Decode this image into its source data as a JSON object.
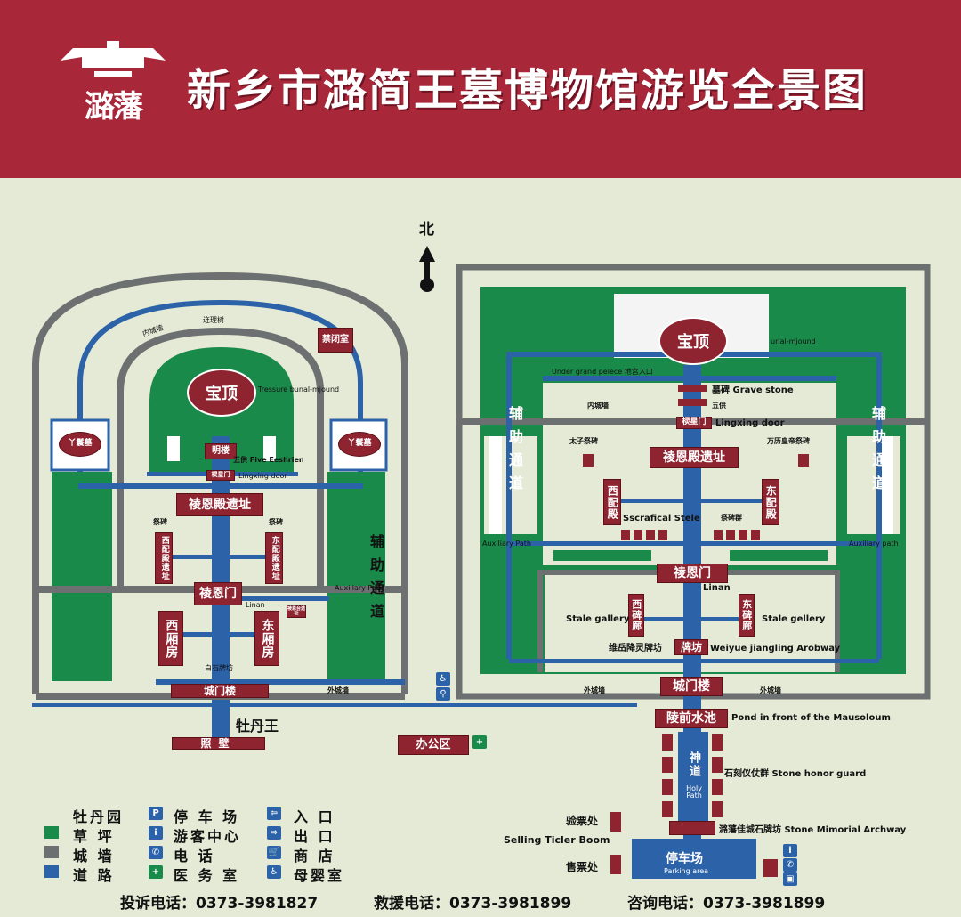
{
  "header": {
    "logo_text": "潞藩",
    "title": "新乡市潞简王墓博物馆游览全景图"
  },
  "compass": {
    "north": "北"
  },
  "west_site": {
    "baoding": "宝顶",
    "treasure_label": "Tressure bunal-mjound",
    "inner_wall": "内城墙",
    "lianli_tree": "连理树",
    "jinbi_room": "禁闭室",
    "left_tomb": "丫鬟墓",
    "right_tomb": "丫鬟墓",
    "minglou": "明楼",
    "wugong": "五供 Five Eeshrien",
    "lingxing_small": "棂星门",
    "lingxing_en": "Lingxing door",
    "lingen_hall": "祾恩殿遗址",
    "jibei_left": "祭碑",
    "jibei_right": "祭碑",
    "west_pei": "西配殿遗址",
    "east_pei": "东配殿遗址",
    "lingen_gate": "祾恩门",
    "linan": "Linan",
    "small_sign": "祾恩台遗址",
    "west_xiang": "西厢房",
    "east_xiang": "东厢房",
    "baishi_fang": "白石牌坊",
    "cheng_men_lou": "城门楼",
    "aux_path_vertical": "辅助通道",
    "aux_path_en": "Auxillary Path",
    "mudan_wang": "牡丹王",
    "zhao_bi": "照壁"
  },
  "east_site": {
    "baoding": "宝顶",
    "burial_label": "urial-mjound",
    "under_palace": "Under grand pelece 地宫入口",
    "mubei": "墓碑 Grave stone",
    "wugong": "五供",
    "inner_wall": "内城墙",
    "lingxing_small": "棂星门",
    "lingxing_en": "Lingxing door",
    "taizi_bei": "太子祭碑",
    "wanli_bei": "万历皇帝祭碑",
    "lingen_hall": "祾恩殿遗址",
    "west_pei": "西配殿",
    "east_pei": "东配殿",
    "sacrifical": "Sscrafical Stele",
    "jibei_qun": "祭碑群",
    "aux_left": "辅助通道",
    "aux_right": "辅助通道",
    "aux_en_left": "Auxiliary Path",
    "aux_en_right": "Auxiliary path",
    "lingen_gate": "祾恩门",
    "linan": "Linan",
    "west_bei_lang": "西碑廊",
    "east_bei_lang": "东碑廊",
    "stale_gallery_left": "Stale gallery",
    "stale_gallery_right": "Stale gellery",
    "weiyue_cn": "维岳降灵牌坊",
    "paifang": "牌坊",
    "weiyue_en": "Weiyue jiangling Arobway",
    "cheng_men_lou": "城门楼",
    "outer_wall_left": "外城墙",
    "outer_wall_right": "外城墙",
    "pond_box": "陵前水池",
    "pond_en": "Pond in front of the Mausoloum",
    "shendao": "神道",
    "holy_path": "Holy Path",
    "stone_guard": "石刻仪仗群 Stone honor guard",
    "yanpiao": "验票处",
    "selling": "Selling Ticler Boom",
    "archway": "潞藩佳城石牌坊 Stone Mimorial Archway",
    "parking": "停车场",
    "parking_en": "Parking area",
    "shoupiao": "售票处"
  },
  "misc": {
    "outer_wall_west": "外城墙",
    "office": "办公区"
  },
  "legend": {
    "col1": [
      "牡丹园",
      "草 坪",
      "城 墙",
      "道 路"
    ],
    "col2": [
      "停 车 场",
      "游客中心",
      "电 话",
      "医 务 室"
    ],
    "col3": [
      "入 口",
      "出 口",
      "商 店",
      "母婴室"
    ],
    "icons2": [
      "P",
      "i",
      "✆",
      "+"
    ],
    "icons3": [
      "⇦",
      "⇨",
      "🛒",
      "♿"
    ]
  },
  "contacts": {
    "complaint": "投诉电话：0373-3981827",
    "rescue": "救援电话：0373-3981899",
    "inquiry": "咨询电话：0373-3981899"
  },
  "colors": {
    "header": "#a8283a",
    "green": "#1a8a4a",
    "road": "#2b62a8",
    "wall": "#6c7070",
    "box": "#8e2430"
  }
}
